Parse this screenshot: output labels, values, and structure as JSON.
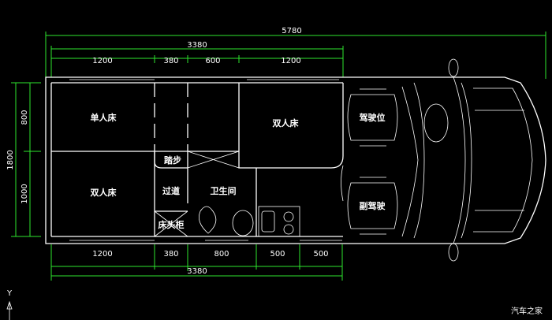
{
  "dimensions": {
    "overall_length": "5780",
    "top_total": "3380",
    "top_segments": [
      "1200",
      "380",
      "600",
      "1200"
    ],
    "bottom_segments": [
      "1200",
      "380",
      "800",
      "500",
      "500"
    ],
    "bottom_total": "3380",
    "width_total": "1800",
    "width_segments": [
      "800",
      "1000"
    ]
  },
  "rooms": {
    "single_bed": "单人床",
    "double_bed_left": "双人床",
    "double_bed_right": "双人床",
    "step": "踏步",
    "aisle": "过道",
    "bathroom": "卫生间",
    "nightstand": "床头柜",
    "driver_seat": "驾驶位",
    "passenger_seat": "副驾驶"
  },
  "axis_label": "Y",
  "watermark": "汽车之家",
  "colors": {
    "dimension": "#2ee62e",
    "lines": "#ffffff",
    "background": "#000000"
  }
}
